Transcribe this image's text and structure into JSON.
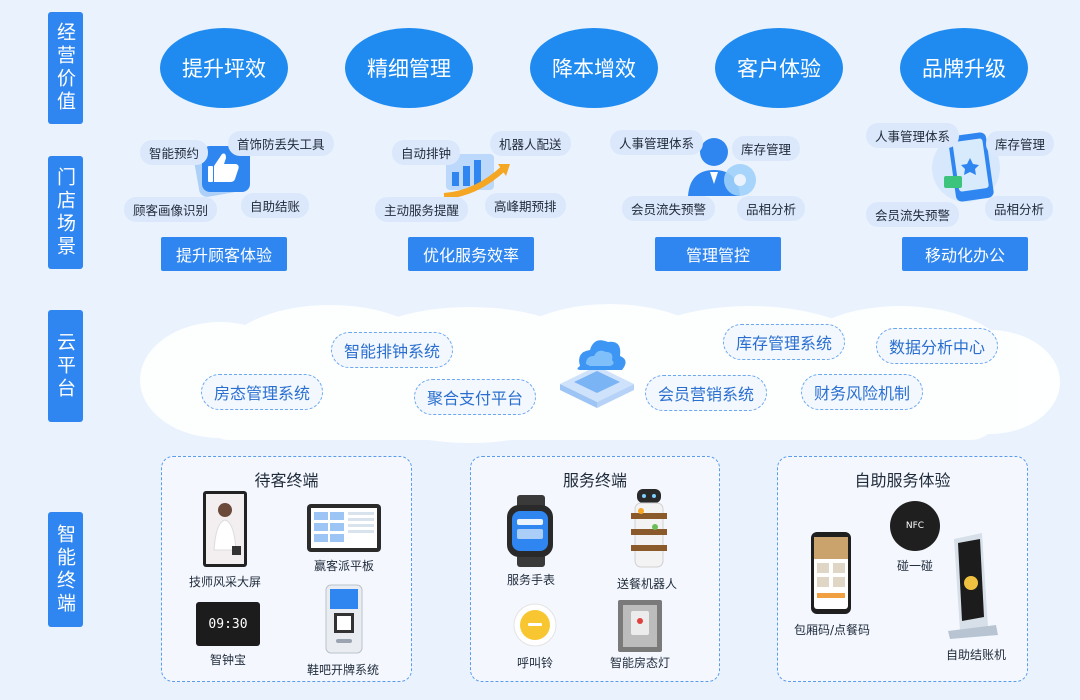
{
  "side_tabs": [
    "经营价值",
    "门店场景",
    "云平台",
    "智能终端"
  ],
  "values": [
    "提升坪效",
    "精细管理",
    "降本增效",
    "客户体验",
    "品牌升级"
  ],
  "scenes": [
    {
      "tags": [
        "智能预约",
        "首饰防丢失工具",
        "顾客画像识别",
        "自助结账"
      ],
      "button": "提升顾客体验"
    },
    {
      "tags": [
        "自动排钟",
        "机器人配送",
        "主动服务提醒",
        "高峰期预排"
      ],
      "button": "优化服务效率"
    },
    {
      "tags": [
        "人事管理体系",
        "库存管理",
        "会员流失预警",
        "品相分析"
      ],
      "button": "管理管控"
    },
    {
      "tags": [
        "人事管理体系",
        "库存管理",
        "会员流失预警",
        "品相分析"
      ],
      "button": "移动化办公"
    }
  ],
  "cloud": [
    "智能排钟系统",
    "库存管理系统",
    "数据分析中心",
    "房态管理系统",
    "聚合支付平台",
    "会员营销系统",
    "财务风险机制"
  ],
  "panels": [
    {
      "title": "待客终端",
      "devices": [
        "技师风采大屏",
        "赢客派平板",
        "智钟宝",
        "鞋吧开牌系统"
      ]
    },
    {
      "title": "服务终端",
      "devices": [
        "服务手表",
        "送餐机器人",
        "呼叫铃",
        "智能房态灯"
      ]
    },
    {
      "title": "自助服务体验",
      "devices": [
        "碰一碰",
        "包厢码/点餐码",
        "自助结账机"
      ]
    }
  ],
  "screen_text": {
    "clock": "09:30",
    "nfc": "NFC"
  }
}
